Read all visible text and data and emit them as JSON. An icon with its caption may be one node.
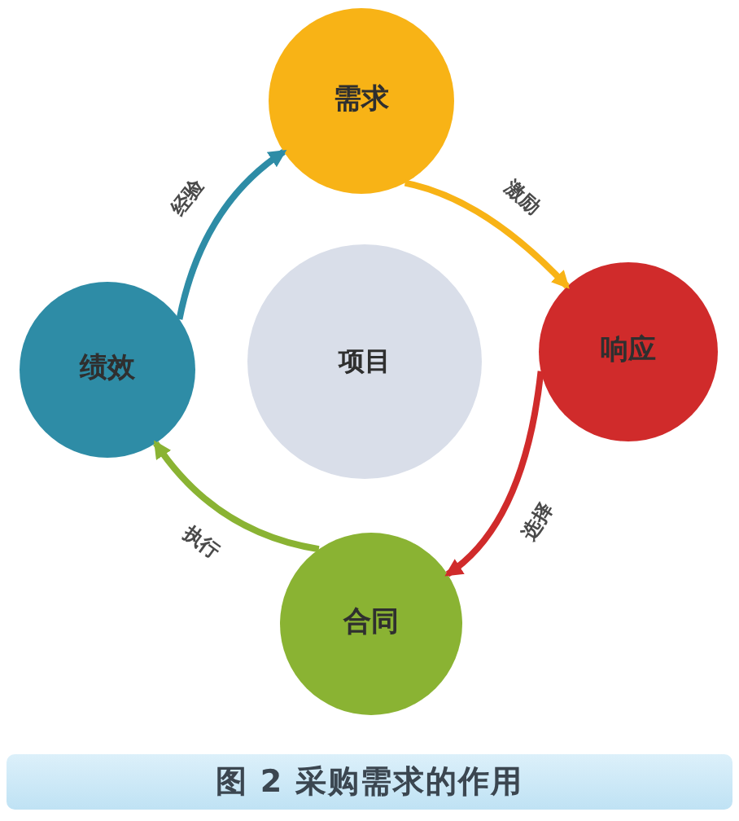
{
  "diagram": {
    "caption": "图 2 采购需求的作用",
    "nodes": [
      {
        "text": [
          "需求"
        ]
      },
      {
        "text": [
          "绩效"
        ]
      },
      {
        "text": [
          "项目"
        ]
      },
      {
        "text": [
          "响应"
        ]
      },
      {
        "text": [
          "合同"
        ]
      }
    ],
    "edges": [
      {
        "from": 0,
        "to": 3,
        "arrow": "to",
        "label": "激励",
        "color": "#f8b316"
      },
      {
        "from": 3,
        "to": 4,
        "arrow": "to",
        "label": "选择",
        "color": "#d02b2b"
      },
      {
        "from": 4,
        "to": 1,
        "arrow": "to",
        "label": "执行",
        "color": "#8ab333"
      },
      {
        "from": 1,
        "to": 0,
        "arrow": "to",
        "label": "经验",
        "color": "#2e8ca6"
      }
    ]
  }
}
